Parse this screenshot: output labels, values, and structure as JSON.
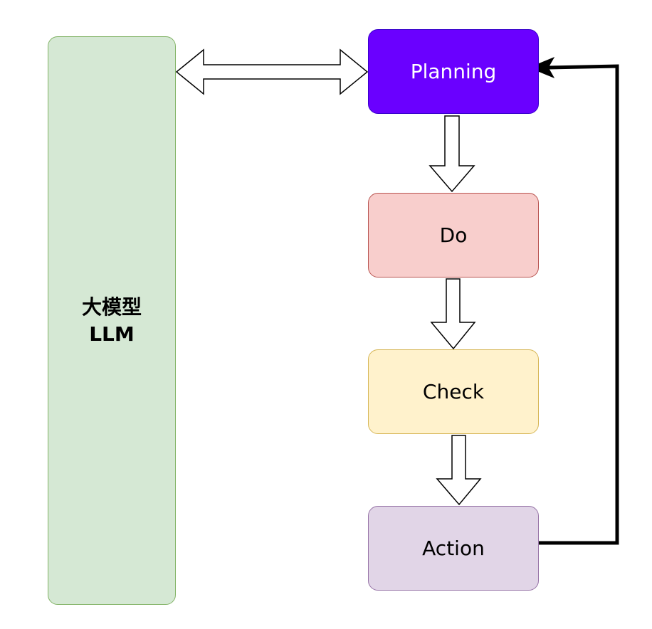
{
  "diagram": {
    "llm": {
      "line1": "大模型",
      "line2": "LLM"
    },
    "planning": {
      "label": "Planning"
    },
    "do": {
      "label": "Do"
    },
    "check": {
      "label": "Check"
    },
    "action": {
      "label": "Action"
    }
  },
  "colors": {
    "llm_fill": "#d5e8d4",
    "llm_stroke": "#82b366",
    "planning_fill": "#6a00ff",
    "planning_stroke": "#3700cc",
    "do_fill": "#f8cecc",
    "do_stroke": "#b85450",
    "check_fill": "#fff2cc",
    "check_stroke": "#d6b656",
    "action_fill": "#e1d5e7",
    "action_stroke": "#9673a6"
  }
}
